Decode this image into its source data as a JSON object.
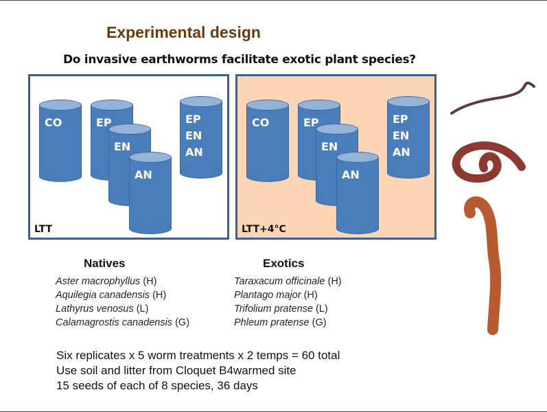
{
  "title": "Experimental design",
  "question": "Do invasive earthworms facilitate exotic plant species?",
  "panels": [
    {
      "label": "LTT",
      "background": "#ffffff"
    },
    {
      "label": "LTT+4°C",
      "background": "#fbd5b5"
    }
  ],
  "treatments": {
    "co": "CO",
    "ep": "EP",
    "en": "EN",
    "an": "AN",
    "combo": [
      "EP",
      "EN",
      "AN"
    ]
  },
  "natives": {
    "heading": "Natives",
    "species": [
      {
        "name": "Aster macrophyllus",
        "type": "(H)"
      },
      {
        "name": "Aquilegia  canadensis",
        "type": "(H)"
      },
      {
        "name": "Lathyrus venosus",
        "type": "(L)"
      },
      {
        "name": "Calamagrostis  canadensis",
        "type": "(G)"
      }
    ]
  },
  "exotics": {
    "heading": "Exotics",
    "species": [
      {
        "name": "Taraxacum  officinale",
        "type": "(H)"
      },
      {
        "name": "Plantago  major",
        "type": "(H)"
      },
      {
        "name": "Trifolium pratense",
        "type": "(L)"
      },
      {
        "name": "Phleum pratense",
        "type": "(G)"
      }
    ]
  },
  "notes": [
    "Six replicates x 5 worm treatments x 2 temps = 60 total",
    "Use soil and litter from Cloquet B4warmed site",
    "15 seeds of each of 8 species, 36 days"
  ],
  "colors": {
    "title": "#6b3a0a",
    "cylinder": "#4a7ebb",
    "cylinder_top": "#95b3d7",
    "box_border": "#3c5f8f",
    "warm_bg": "#fbd5b5"
  }
}
